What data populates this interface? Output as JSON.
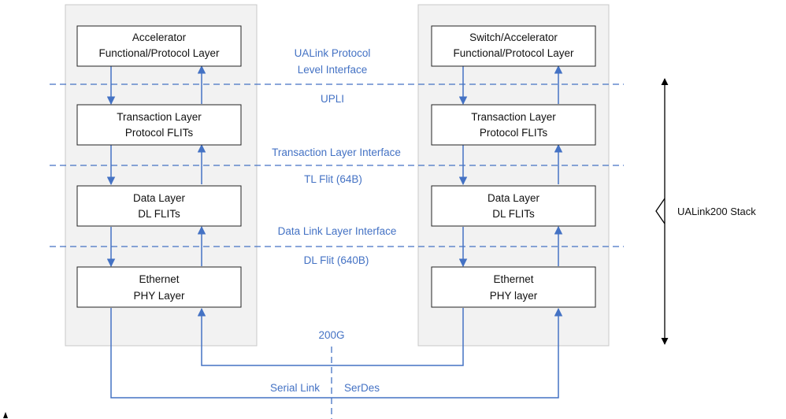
{
  "left_stack": {
    "layers": [
      {
        "line1": "Accelerator",
        "line2": "Functional/Protocol Layer"
      },
      {
        "line1": "Transaction Layer",
        "line2": "Protocol FLITs"
      },
      {
        "line1": "Data Layer",
        "line2": "DL FLITs"
      },
      {
        "line1": "Ethernet",
        "line2": "PHY Layer"
      }
    ]
  },
  "right_stack": {
    "layers": [
      {
        "line1": "Switch/Accelerator",
        "line2": "Functional/Protocol Layer"
      },
      {
        "line1": "Transaction Layer",
        "line2": "Protocol FLITs"
      },
      {
        "line1": "Data Layer",
        "line2": "DL FLITs"
      },
      {
        "line1": "Ethernet",
        "line2": "PHY layer"
      }
    ]
  },
  "interfaces": {
    "upli_title_line1": "UALink Protocol",
    "upli_title_line2": "Level Interface",
    "upli_label": "UPLI",
    "tl_title": "Transaction Layer Interface",
    "tl_label": "TL Flit (64B)",
    "dl_title": "Data Link Layer Interface",
    "dl_label": "DL Flit (640B)"
  },
  "link": {
    "speed": "200G",
    "serial_link": "Serial Link",
    "serdes": "SerDes"
  },
  "stack_label": "UALink200 Stack",
  "colors": {
    "accent": "#4472c4",
    "panel_fill": "#f2f2f2",
    "panel_border": "#c8c8c8",
    "box_border": "#222222"
  }
}
